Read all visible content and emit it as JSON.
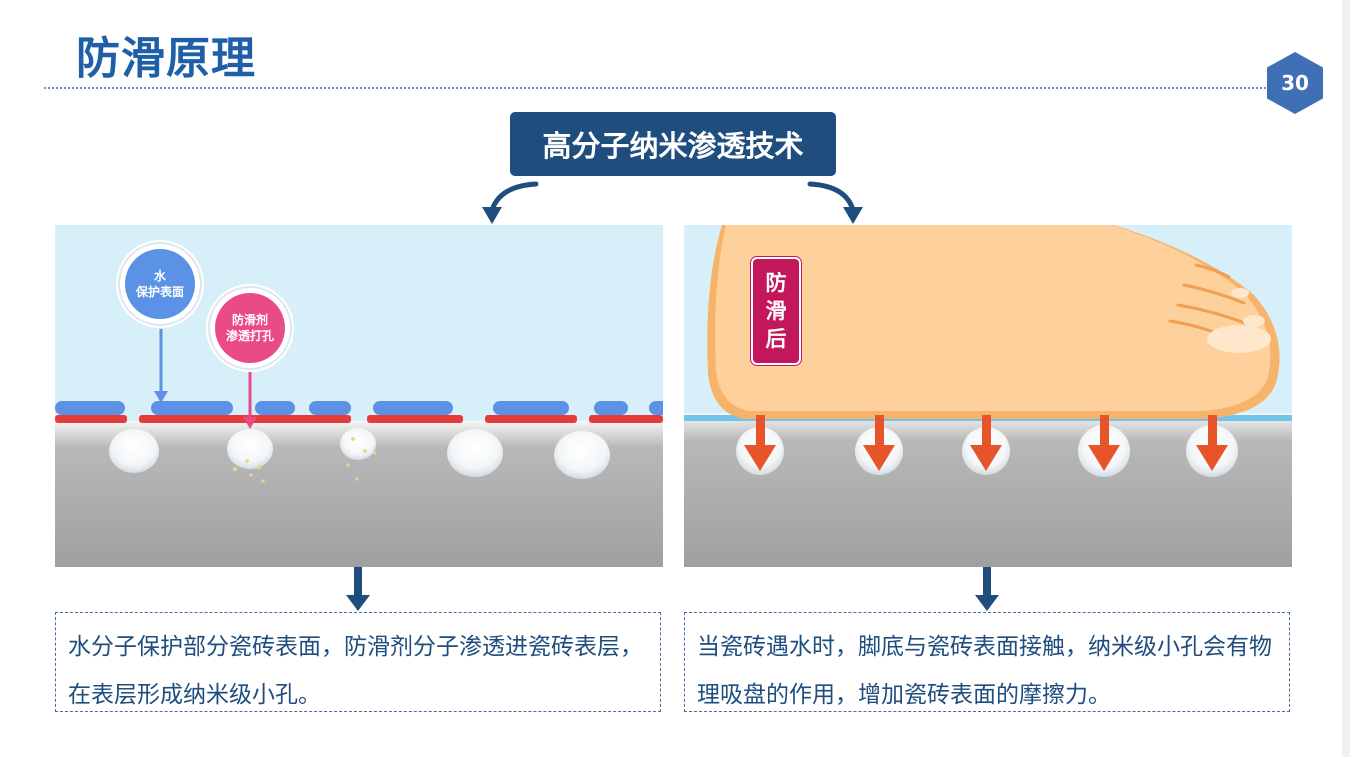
{
  "slide": {
    "title": "防滑原理",
    "page_number": "30"
  },
  "banner": {
    "label": "高分子纳米渗透技术"
  },
  "left_panel": {
    "callout_water": [
      "水",
      "保护表面"
    ],
    "callout_agent": [
      "防滑剂",
      "渗透打孔"
    ],
    "description": "水分子保护部分瓷砖表面，防滑剂分子渗透进瓷砖表层，在表层形成纳米级小孔。"
  },
  "right_panel": {
    "tag_chars": [
      "防",
      "滑",
      "后"
    ],
    "description": "当瓷砖遇水时，脚底与瓷砖表面接触，纳米级小孔会有物理吸盘的作用，增加瓷砖表面的摩擦力。"
  },
  "colors": {
    "title": "#1f5fa8",
    "banner_bg": "#1f4d7e",
    "water_blue": "#5b92e5",
    "agent_pink": "#e94b86",
    "red_layer": "#e63b3b",
    "sky": "#d6eff8",
    "tile_gray": "#a9a9a9",
    "foot_skin": "#fdd09c",
    "arrow_orange": "#e8542a",
    "tag_red": "#c2185b",
    "text_navy": "#1f4d7e"
  },
  "icons": [
    "curved-arrow-left-icon",
    "curved-arrow-right-icon",
    "down-arrow-icon",
    "suction-arrow-icon"
  ]
}
